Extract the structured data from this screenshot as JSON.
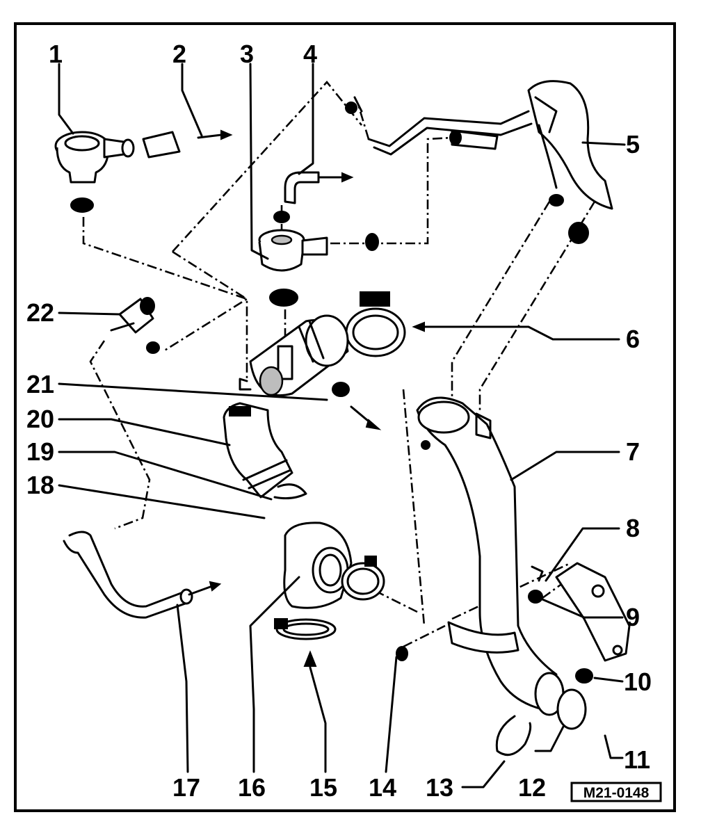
{
  "figure_code": "M21-0148",
  "callouts": [
    {
      "id": "1",
      "label": "1"
    },
    {
      "id": "2",
      "label": "2"
    },
    {
      "id": "3",
      "label": "3"
    },
    {
      "id": "4",
      "label": "4"
    },
    {
      "id": "5",
      "label": "5"
    },
    {
      "id": "6",
      "label": "6"
    },
    {
      "id": "7",
      "label": "7"
    },
    {
      "id": "8",
      "label": "8"
    },
    {
      "id": "9",
      "label": "9"
    },
    {
      "id": "10",
      "label": "10"
    },
    {
      "id": "11",
      "label": "11"
    },
    {
      "id": "12",
      "label": "12"
    },
    {
      "id": "13",
      "label": "13"
    },
    {
      "id": "14",
      "label": "14"
    },
    {
      "id": "15",
      "label": "15"
    },
    {
      "id": "16",
      "label": "16"
    },
    {
      "id": "17",
      "label": "17"
    },
    {
      "id": "18",
      "label": "18"
    },
    {
      "id": "19",
      "label": "19"
    },
    {
      "id": "20",
      "label": "20"
    },
    {
      "id": "21",
      "label": "21"
    },
    {
      "id": "22",
      "label": "22"
    }
  ]
}
